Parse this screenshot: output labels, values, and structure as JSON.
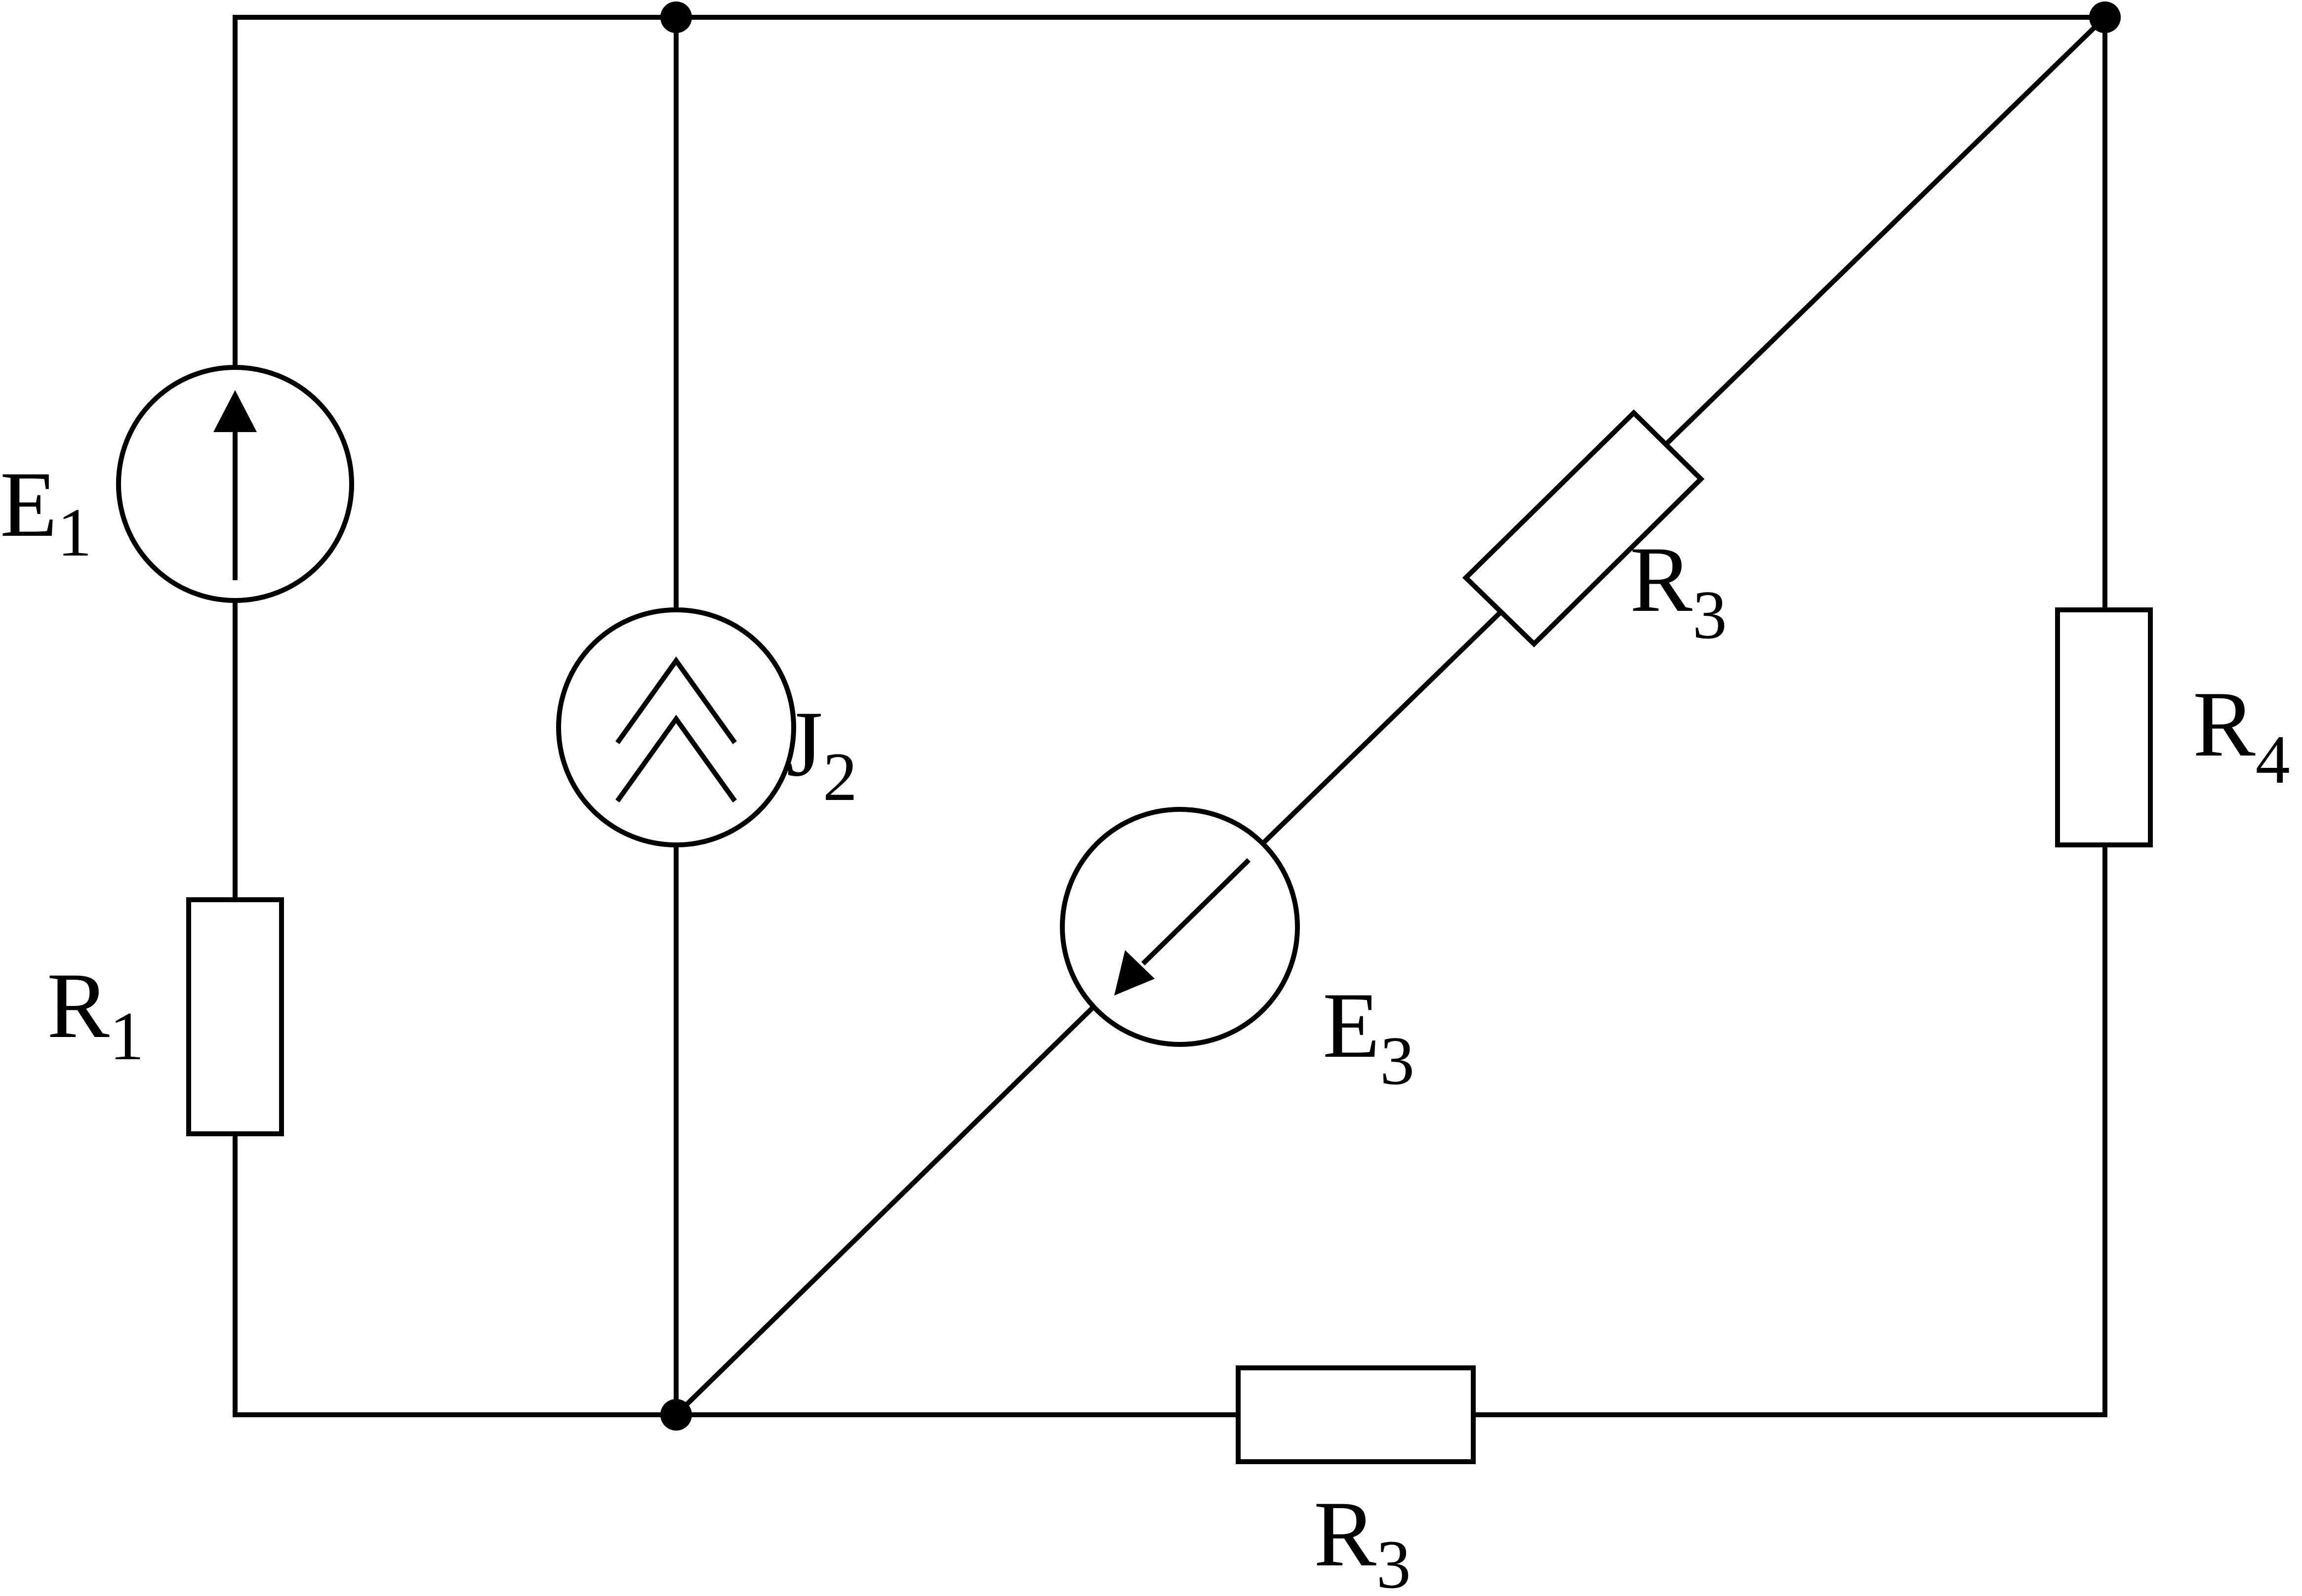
{
  "diagram": {
    "labels": {
      "E1": {
        "main": "E",
        "sub": "1"
      },
      "J2": {
        "main": "J",
        "sub": "2"
      },
      "R1": {
        "main": "R",
        "sub": "1"
      },
      "R3_diagonal": {
        "main": "R",
        "sub": "3"
      },
      "E3": {
        "main": "E",
        "sub": "3"
      },
      "R4": {
        "main": "R",
        "sub": "4"
      },
      "R3_bottom": {
        "main": "R",
        "sub": "3"
      }
    },
    "colors": {
      "stroke": "#000000",
      "background": "#ffffff"
    }
  }
}
